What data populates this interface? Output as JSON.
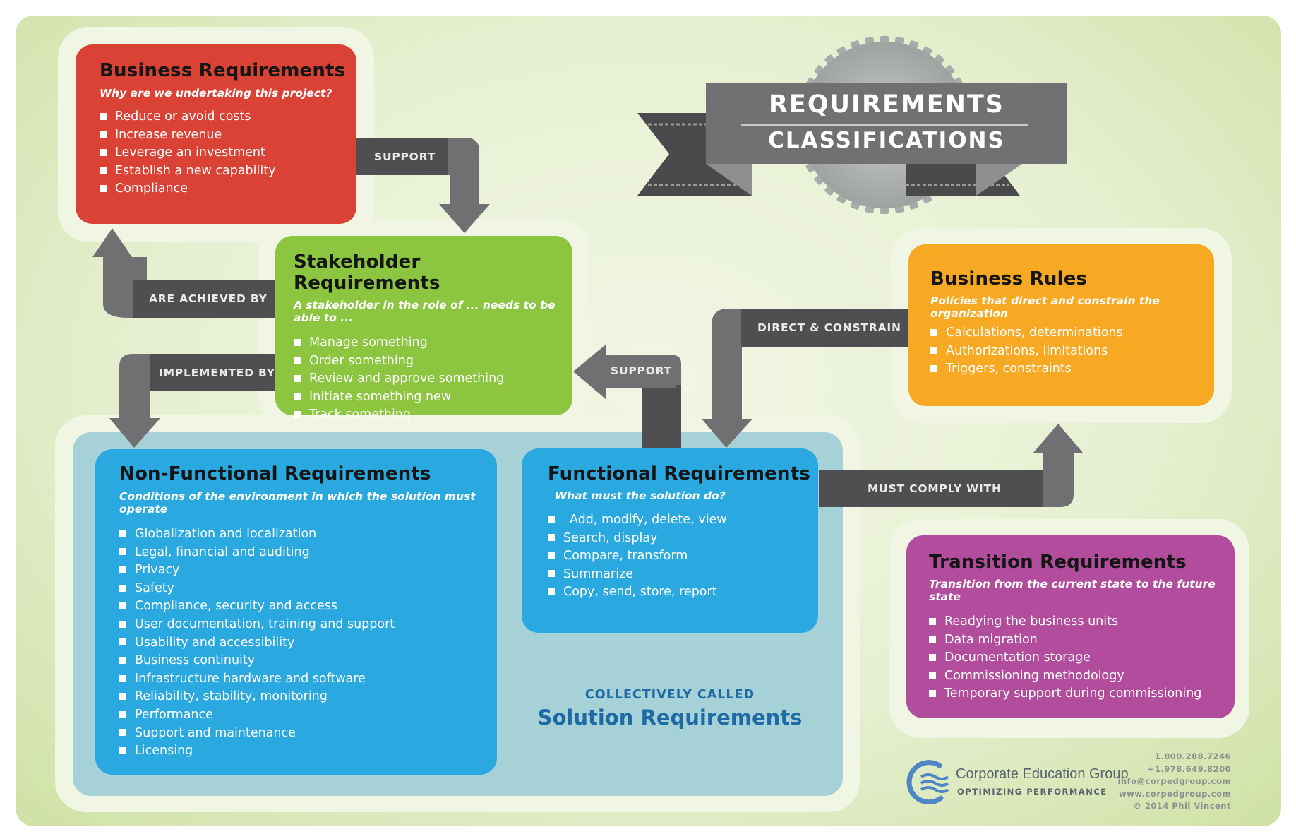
{
  "title": {
    "line1": "REQUIREMENTS",
    "line2": "CLASSIFICATIONS"
  },
  "boxes": {
    "business_requirements": {
      "title": "Business Requirements",
      "subtitle": "Why are we undertaking this project?",
      "items": [
        "Reduce or avoid costs",
        "Increase revenue",
        "Leverage an investment",
        "Establish a new capability",
        "Compliance"
      ],
      "color": "#db4236"
    },
    "stakeholder_requirements": {
      "title": "Stakeholder Requirements",
      "subtitle": "A stakeholder in the role of ... needs to be able to ...",
      "items": [
        "Manage something",
        "Order something",
        "Review and approve something",
        "Initiate something new",
        "Track something"
      ],
      "color": "#8cc540"
    },
    "business_rules": {
      "title": "Business Rules",
      "subtitle": "Policies that direct and constrain the organization",
      "items": [
        "Calculations, determinations",
        "Authorizations, limitations",
        "Triggers, constraints"
      ],
      "color": "#f7a924"
    },
    "non_functional_requirements": {
      "title": "Non-Functional Requirements",
      "subtitle": "Conditions of the environment in which the solution must operate",
      "items": [
        "Globalization and localization",
        "Legal, financial and auditing",
        "Privacy",
        "Safety",
        "Compliance, security and access",
        "User documentation, training and support",
        "Usability and accessibility",
        "Business continuity",
        "Infrastructure hardware and software",
        "Reliability, stability, monitoring",
        "Performance",
        "Support and maintenance",
        "Licensing"
      ],
      "color": "#2aa8e0"
    },
    "functional_requirements": {
      "title": "Functional Requirements",
      "subtitle": "What must the solution do?",
      "items": [
        "Add, modify, delete, view",
        "Search, display",
        "Compare, transform",
        "Summarize",
        "Copy, send, store, report"
      ],
      "color": "#2aa8e0"
    },
    "transition_requirements": {
      "title": "Transition Requirements",
      "subtitle": "Transition from the current state to the future state",
      "items": [
        "Readying the business units",
        "Data migration",
        "Documentation storage",
        "Commissioning methodology",
        "Temporary support during commissioning"
      ],
      "color": "#b24c9d"
    }
  },
  "arrows": {
    "support_top": "SUPPORT",
    "are_achieved_by": "ARE ACHIEVED BY",
    "implemented_by": "IMPLEMENTED BY",
    "support_mid": "SUPPORT",
    "direct_constrain": "DIRECT & CONSTRAIN",
    "must_comply_with": "MUST COMPLY WITH"
  },
  "solution": {
    "caption": "COLLECTIVELY CALLED",
    "title": "Solution Requirements"
  },
  "footer": {
    "company": "Corporate Education Group",
    "tagline": "OPTIMIZING PERFORMANCE",
    "phone1": "1.800.288.7246",
    "phone2": "+1.978.649.8200",
    "email": "info@corpedgroup.com",
    "website": "www.corpedgroup.com",
    "copyright": "© 2014 Phil Vincent"
  },
  "colors": {
    "arrow_dark": "#4f4f51",
    "arrow_light": "#707072",
    "solution_bg": "#a6d1d7",
    "solution_text": "#1e6aa5"
  },
  "icons": {
    "logo": "wave-logo-icon",
    "bullet": "square-bullet-icon"
  }
}
